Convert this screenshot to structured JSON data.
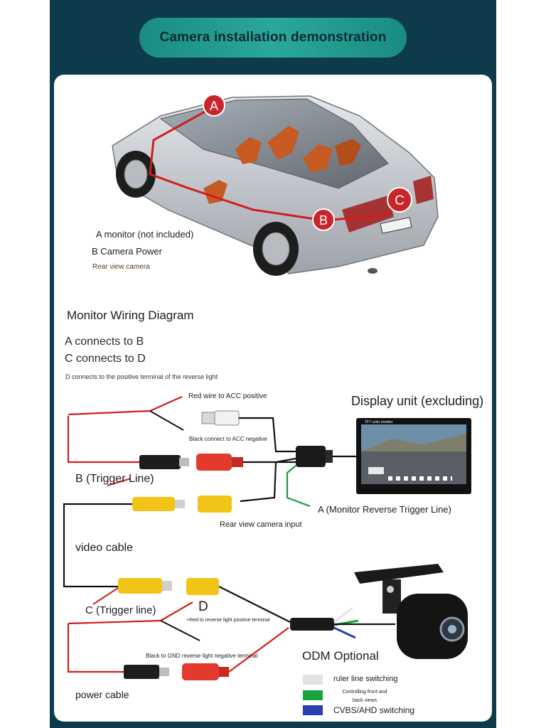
{
  "header": {
    "title": "Camera installation demonstration"
  },
  "car_section": {
    "markers": [
      "A",
      "B",
      "C"
    ],
    "legend": {
      "a": "A monitor (not included)",
      "b": "B Camera Power",
      "c": "Rear view camera"
    }
  },
  "wiring": {
    "heading": "Monitor Wiring Diagram",
    "rule1": "A connects to B",
    "rule2": "C connects to D",
    "rule3": "D connects to the positive terminal of the reverse light",
    "red_acc": "Red wire to ACC positive",
    "black_acc": "Black connect to ACC negative",
    "display_unit": "Display unit (excluding)",
    "monitor_screen_label": "TFT color monitor",
    "b_trigger": "B (Trigger Line)",
    "a_trigger": "A (Monitor Reverse Trigger Line)",
    "camera_input": "Rear view camera input",
    "video_cable": "video cable",
    "c_trigger": "C (Trigger line)",
    "d_label": "D",
    "red_reverse": "+Red to reverse light positive terminal",
    "black_gnd": "Black to GND reverse light negative terminal",
    "odm": "ODM Optional",
    "power_cable": "power cable"
  },
  "odm_legend": [
    {
      "label": "ruler line switching",
      "color": "#e3e3e3"
    },
    {
      "label": "Controlling front and back views",
      "color": "#1aa33c"
    },
    {
      "label": "CVBS/AHD switching",
      "color": "#2a3fb0"
    }
  ],
  "colors": {
    "frame": "#0e3b4c",
    "pill": "#22a090",
    "marker_red": "#c8262a",
    "wire_red": "#d01e1e",
    "wire_black": "#111111",
    "wire_green": "#1a9a3a",
    "rca_yellow": "#f2c418",
    "rca_red": "#e23a2c",
    "rca_white": "#f2f2f2"
  }
}
